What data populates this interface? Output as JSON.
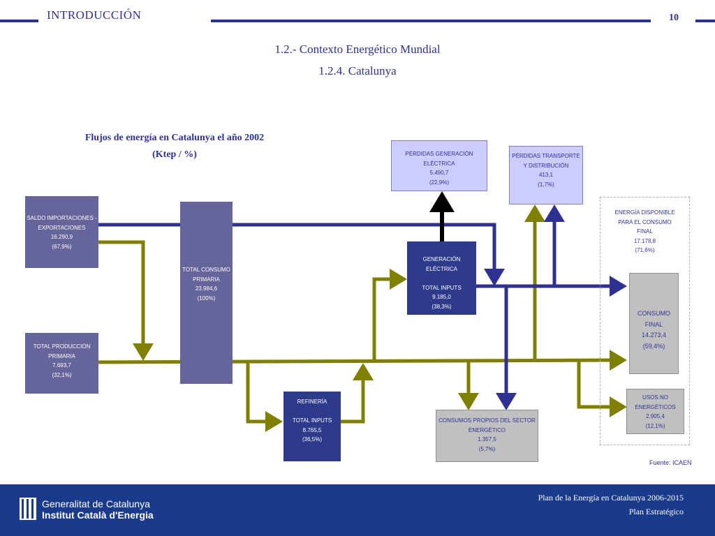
{
  "header": {
    "section_title": "INTRODUCCIÓN",
    "page_number": "10",
    "subtitle_1": "1.2.- Contexto Energético Mundial",
    "subtitle_2": "1.2.4. Catalunya"
  },
  "diagram": {
    "title_1": "Flujos de energía en Catalunya el año 2002",
    "title_2": "(Ktep / %)",
    "nodes": {
      "saldo": {
        "lines": [
          "SALDO IMPORTACIONES -",
          "EXPORTACIONES",
          "16.290,9",
          "(67,9%)"
        ]
      },
      "produccion": {
        "lines": [
          "TOTAL PRODUCCIÓN",
          "PRIMARIA",
          "7.693,7",
          "(32,1%)"
        ]
      },
      "primaria": {
        "lines": [
          "TOTAL CONSUMO",
          "PRIMARIA",
          "23.984,6",
          "(100%)"
        ]
      },
      "refineria": {
        "lines": [
          "REFINERÍA",
          "",
          "TOTAL INPUTS",
          "8.765,5",
          "(36,5%)"
        ]
      },
      "generacion": {
        "lines": [
          "GENERACIÓN",
          "ELÉCTRICA",
          "",
          "TOTAL INPUTS",
          "9.185,0",
          "(38,3%)"
        ]
      },
      "perdidas_gen": {
        "lines": [
          "PÉRDIDAS GENERACIÓN ELÉCTRICA",
          "5.490,7",
          "(22,9%)"
        ]
      },
      "perdidas_trans": {
        "lines": [
          "PÉRDIDAS TRANSPORTE",
          "Y DISTRIBUCIÓN",
          "413,1",
          "(1,7%)"
        ]
      },
      "consumos_propios": {
        "lines": [
          "CONSUMOS PROPIOS DEL SECTOR",
          "ENERGÉTICO",
          "1.357,5",
          "(5,7%)"
        ]
      },
      "energia_disponible": {
        "lines": [
          "ENERGÍA DISPONIBLE",
          "PARA EL CONSUMO",
          "FINAL",
          "17.178,8",
          "(71,6%)"
        ]
      },
      "consumo_final": {
        "lines": [
          "CONSUMO",
          "FINAL",
          "14.273,4",
          "(59,4%)"
        ]
      },
      "usos_no": {
        "lines": [
          "USOS NO",
          "ENERGÉTICOS",
          "2.905,4",
          "(12,1%)"
        ]
      }
    },
    "source": "Fuente: ICAEN"
  },
  "footer": {
    "org_line_1": "Generalitat de Catalunya",
    "org_line_2": "Institut Català d'Energia",
    "plan_line_1": "Plan de la Energía en Catalunya 2006-2015",
    "plan_line_2": "Plan Estratégico"
  },
  "colors": {
    "navy": "#2e3192",
    "olive": "#808000",
    "flow_navy": "#2e3192",
    "footer_bg": "#1a3a8c"
  }
}
